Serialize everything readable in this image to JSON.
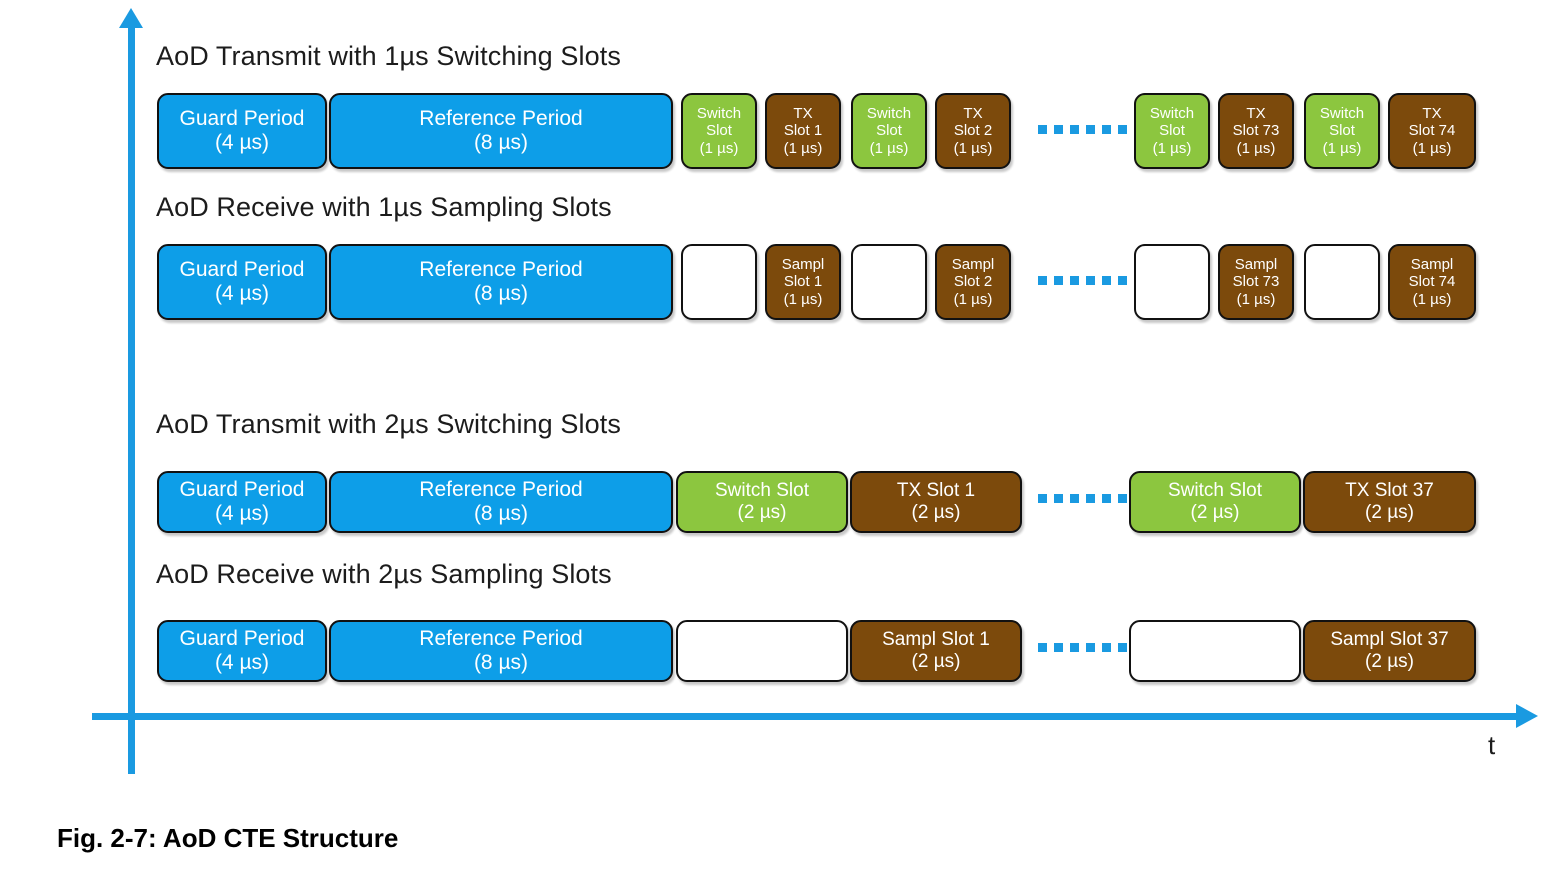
{
  "figure": {
    "caption": "Fig. 2-7: AoD CTE Structure",
    "axis": {
      "x_label": "t",
      "y_label": ""
    },
    "colors": {
      "blue": "#0d9ee8",
      "green": "#8cc63f",
      "brown": "#7c4a0c",
      "white": "#ffffff",
      "axis": "#1a9ae1",
      "outline": "#111111"
    }
  },
  "chart_data": {
    "type": "table",
    "title": "Fig. 2-7: AoD CTE Structure",
    "xlabel": "t",
    "ylabel": "",
    "grid": false,
    "legend": "none",
    "rows": [
      {
        "title": "AoD Transmit with 1µs Switching Slots",
        "slot_duration_us": 1,
        "blocks": [
          {
            "line1": "Guard Period",
            "line2": "(4 µs)",
            "color": "blue",
            "duration_us": 4
          },
          {
            "line1": "Reference Period",
            "line2": "(8 µs)",
            "color": "blue",
            "duration_us": 8
          },
          {
            "line1": "Switch",
            "line2": "Slot",
            "line3": "(1 µs)",
            "color": "green",
            "duration_us": 1
          },
          {
            "line1": "TX",
            "line2": "Slot 1",
            "line3": "(1 µs)",
            "color": "brown",
            "duration_us": 1
          },
          {
            "line1": "Switch",
            "line2": "Slot",
            "line3": "(1 µs)",
            "color": "green",
            "duration_us": 1
          },
          {
            "line1": "TX",
            "line2": "Slot 2",
            "line3": "(1 µs)",
            "color": "brown",
            "duration_us": 1
          },
          {
            "ellipsis": true
          },
          {
            "line1": "Switch",
            "line2": "Slot",
            "line3": "(1 µs)",
            "color": "green",
            "duration_us": 1
          },
          {
            "line1": "TX",
            "line2": "Slot 73",
            "line3": "(1 µs)",
            "color": "brown",
            "duration_us": 1
          },
          {
            "line1": "Switch",
            "line2": "Slot",
            "line3": "(1 µs)",
            "color": "green",
            "duration_us": 1
          },
          {
            "line1": "TX",
            "line2": "Slot 74",
            "line3": "(1 µs)",
            "color": "brown",
            "duration_us": 1
          }
        ]
      },
      {
        "title": "AoD Receive with 1µs Sampling Slots",
        "slot_duration_us": 1,
        "blocks": [
          {
            "line1": "Guard Period",
            "line2": "(4 µs)",
            "color": "blue",
            "duration_us": 4
          },
          {
            "line1": "Reference Period",
            "line2": "(8 µs)",
            "color": "blue",
            "duration_us": 8
          },
          {
            "line1": "",
            "color": "white",
            "duration_us": 1
          },
          {
            "line1": "Sampl",
            "line2": "Slot 1",
            "line3": "(1 µs)",
            "color": "brown",
            "duration_us": 1
          },
          {
            "line1": "",
            "color": "white",
            "duration_us": 1
          },
          {
            "line1": "Sampl",
            "line2": "Slot 2",
            "line3": "(1 µs)",
            "color": "brown",
            "duration_us": 1
          },
          {
            "ellipsis": true
          },
          {
            "line1": "",
            "color": "white",
            "duration_us": 1
          },
          {
            "line1": "Sampl",
            "line2": "Slot 73",
            "line3": "(1 µs)",
            "color": "brown",
            "duration_us": 1
          },
          {
            "line1": "",
            "color": "white",
            "duration_us": 1
          },
          {
            "line1": "Sampl",
            "line2": "Slot 74",
            "line3": "(1 µs)",
            "color": "brown",
            "duration_us": 1
          }
        ]
      },
      {
        "title": "AoD Transmit with 2µs Switching Slots",
        "slot_duration_us": 2,
        "blocks": [
          {
            "line1": "Guard Period",
            "line2": "(4 µs)",
            "color": "blue",
            "duration_us": 4
          },
          {
            "line1": "Reference Period",
            "line2": "(8 µs)",
            "color": "blue",
            "duration_us": 8
          },
          {
            "line1": "Switch Slot",
            "line2": "(2 µs)",
            "color": "green",
            "duration_us": 2
          },
          {
            "line1": "TX Slot 1",
            "line2": "(2 µs)",
            "color": "brown",
            "duration_us": 2
          },
          {
            "ellipsis": true
          },
          {
            "line1": "Switch Slot",
            "line2": "(2 µs)",
            "color": "green",
            "duration_us": 2
          },
          {
            "line1": "TX Slot 37",
            "line2": "(2 µs)",
            "color": "brown",
            "duration_us": 2
          }
        ]
      },
      {
        "title": "AoD Receive with 2µs Sampling Slots",
        "slot_duration_us": 2,
        "blocks": [
          {
            "line1": "Guard Period",
            "line2": "(4 µs)",
            "color": "blue",
            "duration_us": 4
          },
          {
            "line1": "Reference Period",
            "line2": "(8 µs)",
            "color": "blue",
            "duration_us": 8
          },
          {
            "line1": "",
            "color": "white",
            "duration_us": 2
          },
          {
            "line1": "Sampl Slot 1",
            "line2": "(2 µs)",
            "color": "brown",
            "duration_us": 2
          },
          {
            "ellipsis": true
          },
          {
            "line1": "",
            "color": "white",
            "duration_us": 2
          },
          {
            "line1": "Sampl Slot 37",
            "line2": "(2 µs)",
            "color": "brown",
            "duration_us": 2
          }
        ]
      }
    ]
  }
}
